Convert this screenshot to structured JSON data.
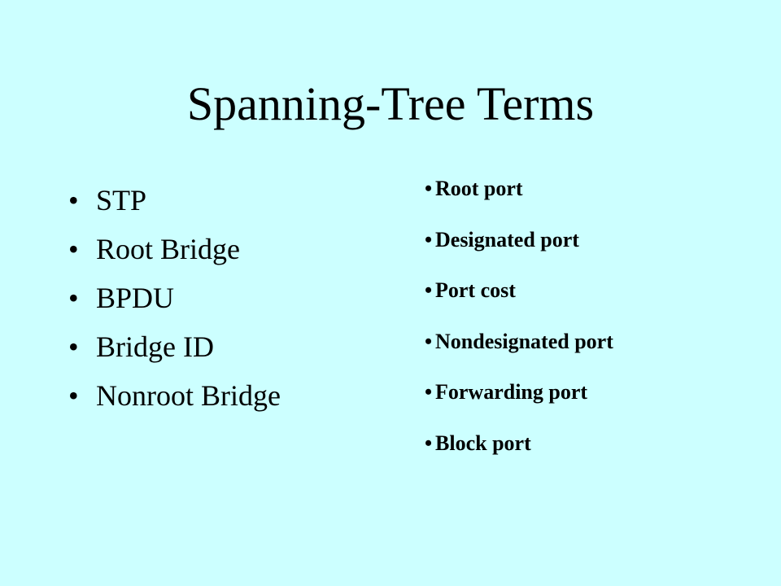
{
  "slide": {
    "title": "Spanning-Tree Terms",
    "background_color": "#ccffff",
    "bullet_glyph": "•",
    "left_list": [
      "STP",
      "Root Bridge",
      "BPDU",
      "Bridge ID",
      "Nonroot Bridge"
    ],
    "right_list": [
      "Root port",
      "Designated port",
      "Port cost",
      "Nondesignated port",
      "Forwarding port",
      "Block port"
    ]
  }
}
